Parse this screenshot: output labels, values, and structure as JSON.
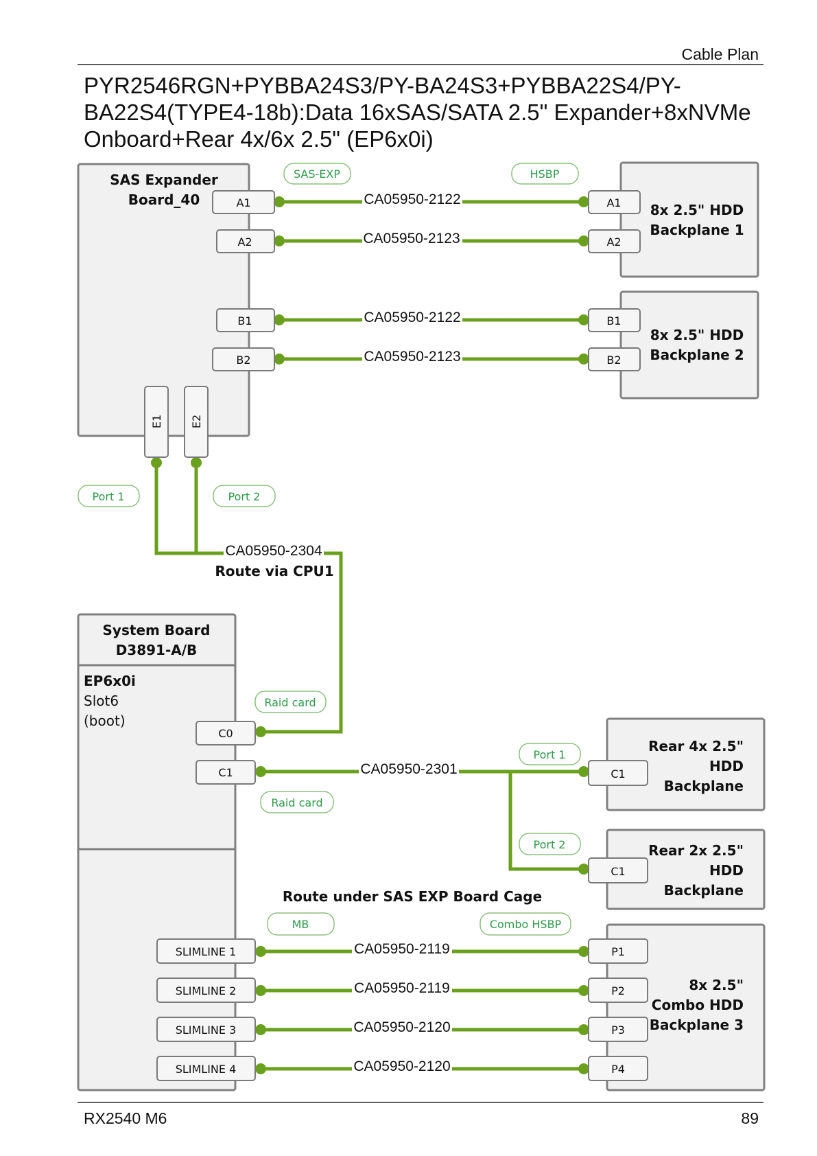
{
  "page": {
    "header_right": "Cable Plan",
    "title_lines": [
      "PYR2546RGN+PYBBA24S3/PY-BA24S3+PYBBA22S4/PY-",
      "BA22S4(TYPE4-18b):Data 16xSAS/SATA 2.5\" Expander+8xNVMe",
      "Onboard+Rear 4x/6x 2.5\" (EP6x0i)"
    ],
    "footer_left": "RX2540 M6",
    "footer_right": "89"
  },
  "colors": {
    "wire": "#6aa01e",
    "tag_text": "#2e9a4a",
    "tag_border": "#8cc07f",
    "box_fill": "#f1f1f1"
  },
  "boards": {
    "sas_expander": {
      "line1": "SAS Expander",
      "line2": "Board_40",
      "ports": [
        "A1",
        "A2",
        "B1",
        "B2",
        "E1",
        "E2"
      ]
    },
    "backplane1": {
      "line1": "8x 2.5\" HDD",
      "line2": "Backplane 1",
      "ports": [
        "A1",
        "A2"
      ]
    },
    "backplane2": {
      "line1": "8x 2.5\" HDD",
      "line2": "Backplane 2",
      "ports": [
        "B1",
        "B2"
      ]
    },
    "system_board": {
      "line1": "System Board",
      "line2": "D3891-A/B"
    },
    "raid": {
      "line1": "EP6x0i",
      "line2": "Slot6",
      "line3": "(boot)",
      "ports": [
        "C0",
        "C1"
      ]
    },
    "rear4": {
      "line1": "Rear 4x 2.5\"",
      "line2": "HDD",
      "line3": "Backplane",
      "port": "C1"
    },
    "rear2": {
      "line1": "Rear 2x 2.5\"",
      "line2": "HDD",
      "line3": "Backplane",
      "port": "C1"
    },
    "combo": {
      "line1": "8x 2.5\"",
      "line2": "Combo HDD",
      "line3": "Backplane 3",
      "ports": [
        "P1",
        "P2",
        "P3",
        "P4"
      ]
    },
    "slimlines": [
      "SLIMLINE 1",
      "SLIMLINE 2",
      "SLIMLINE 3",
      "SLIMLINE 4"
    ]
  },
  "tags": {
    "sas_exp": "SAS-EXP",
    "hsbp": "HSBP",
    "port1_top": "Port 1",
    "port2_top": "Port 2",
    "raid_card_1": "Raid card",
    "raid_card_2": "Raid card",
    "port1_rear": "Port 1",
    "port2_rear": "Port 2",
    "mb": "MB",
    "combo_hsbp": "Combo HSBP"
  },
  "cables": {
    "a1": "CA05950-2122",
    "a2": "CA05950-2123",
    "b1": "CA05950-2122",
    "b2": "CA05950-2123",
    "e": "CA05950-2304",
    "e_note": "Route via CPU1",
    "c1": "CA05950-2301",
    "route_note": "Route under SAS EXP Board Cage",
    "s1": "CA05950-2119",
    "s2": "CA05950-2119",
    "s3": "CA05950-2120",
    "s4": "CA05950-2120"
  }
}
